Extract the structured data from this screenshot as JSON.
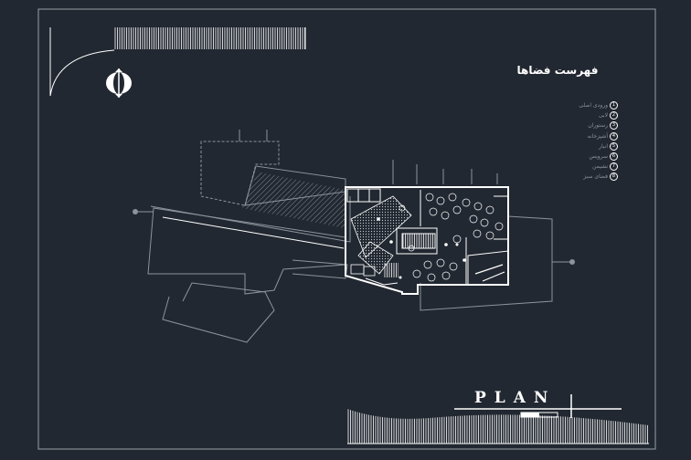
{
  "drawing": {
    "title": "PLAN",
    "legend_title": "فهرست فضاها",
    "legend_items": [
      {
        "num": "1",
        "label": "ورودی اصلی"
      },
      {
        "num": "2",
        "label": "لابی"
      },
      {
        "num": "3",
        "label": "رستوران"
      },
      {
        "num": "4",
        "label": "آشپزخانه"
      },
      {
        "num": "5",
        "label": "انبار"
      },
      {
        "num": "6",
        "label": "سرویس"
      },
      {
        "num": "7",
        "label": "نشیمن"
      },
      {
        "num": "8",
        "label": "فضای سبز"
      }
    ]
  },
  "colors": {
    "background": "#222831",
    "line": "#ffffff",
    "context_line": "#8c939d"
  },
  "icons": {
    "north_arrow": "north-arrow-icon",
    "scale_bar": "scale-bar-icon"
  }
}
